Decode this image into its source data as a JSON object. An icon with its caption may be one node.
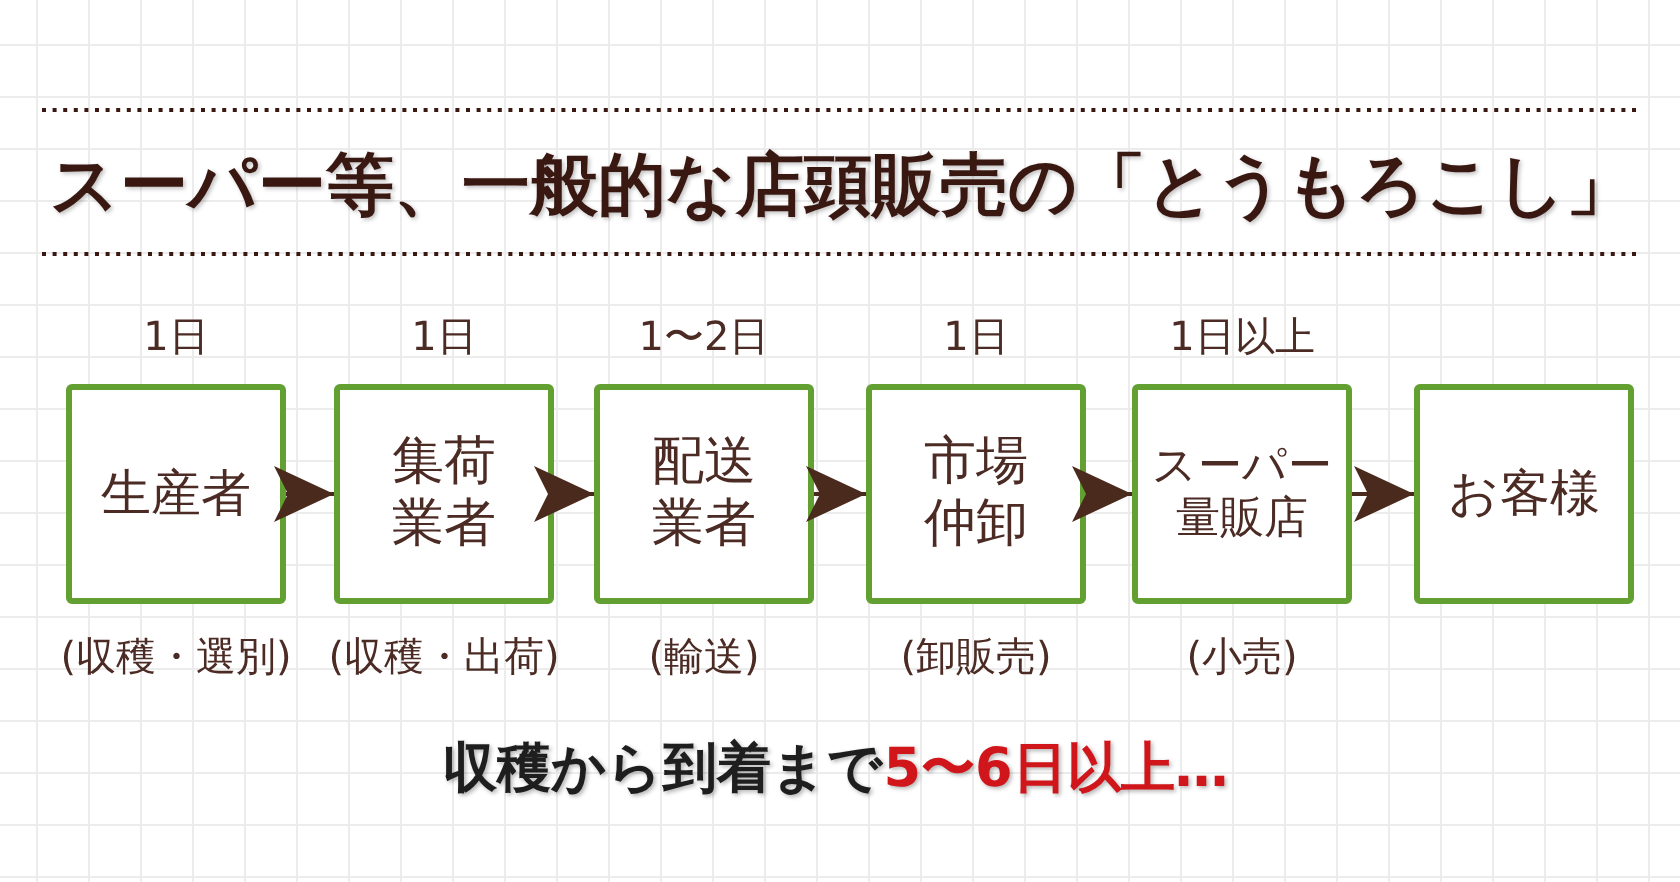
{
  "diagram": {
    "title": "スーパー等、一般的な店頭販売の「とうもろこし」",
    "caption": "収穫から到着まで**5〜6日以上…**",
    "nodes": [
      {
        "text": [
          "生産者"
        ],
        "beside": [
          "1日",
          "(収穫・選別)"
        ]
      },
      {
        "text": [
          "集荷業者"
        ],
        "beside": [
          "1日",
          "(収穫・出荷)"
        ]
      },
      {
        "text": [
          "配送業者"
        ],
        "beside": [
          "1〜2日",
          "(輸送)"
        ]
      },
      {
        "text": [
          "市場仲卸"
        ],
        "beside": [
          "1日",
          "(卸販売)"
        ]
      },
      {
        "text": [
          "スーパー量販店"
        ],
        "beside": [
          "1日以上",
          "(小売)"
        ]
      },
      {
        "text": [
          "お客様"
        ]
      }
    ],
    "edges": [
      {
        "from": 0,
        "to": 1,
        "arrow": "to"
      },
      {
        "from": 1,
        "to": 2,
        "arrow": "to"
      },
      {
        "from": 2,
        "to": 3,
        "arrow": "to"
      },
      {
        "from": 3,
        "to": 4,
        "arrow": "to"
      },
      {
        "from": 4,
        "to": 5,
        "arrow": "to"
      }
    ]
  }
}
